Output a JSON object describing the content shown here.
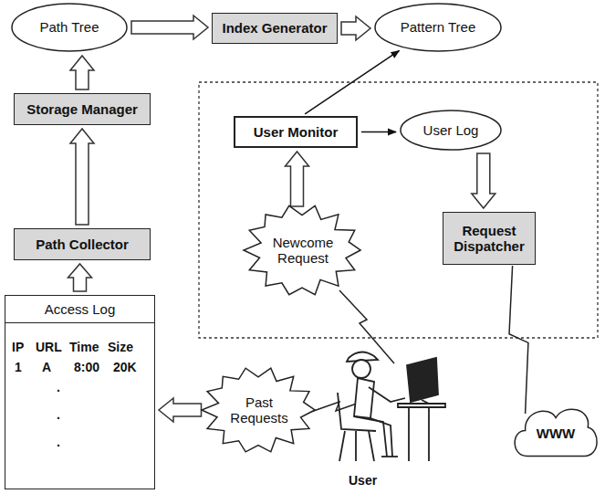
{
  "diagram": {
    "nodes": [
      {
        "text": [
          "Path Tree"
        ]
      },
      {
        "text": [
          "Index Generator"
        ]
      },
      {
        "text": [
          "Pattern Tree"
        ]
      },
      {
        "text": [
          "Storage Manager"
        ]
      },
      {
        "text": [
          "User Monitor"
        ]
      },
      {
        "text": [
          "User Log"
        ]
      },
      {
        "text": [
          "Request Dispatcher"
        ]
      },
      {
        "text": [
          "Path Collector"
        ]
      },
      {
        "text": [
          "Newcome Request"
        ]
      },
      {
        "text": [
          "Access Log",
          "IP",
          "URL",
          "Time",
          "Size",
          "1",
          "A",
          "8:00",
          "20K",
          ".",
          ".",
          "."
        ]
      },
      {
        "text": [
          "Past Requests"
        ]
      },
      {
        "text": [
          "WWW"
        ]
      }
    ],
    "edges": [
      {
        "from": 0,
        "to": 1,
        "arrow": "to"
      },
      {
        "from": 1,
        "to": 2,
        "arrow": "to"
      },
      {
        "from": 3,
        "to": 0,
        "arrow": "to"
      },
      {
        "from": 7,
        "to": 3,
        "arrow": "to"
      },
      {
        "from": 9,
        "to": 7,
        "arrow": "to"
      },
      {
        "from": 10,
        "to": 9,
        "arrow": "to"
      },
      {
        "from": 8,
        "to": 4,
        "arrow": "to"
      },
      {
        "from": 4,
        "to": 2,
        "arrow": "to"
      },
      {
        "from": 4,
        "to": 5,
        "arrow": "to"
      },
      {
        "from": 5,
        "to": 6,
        "arrow": "to"
      },
      {
        "from": 6,
        "to": 11,
        "arrow": "none"
      }
    ],
    "labels": [
      "User"
    ]
  }
}
